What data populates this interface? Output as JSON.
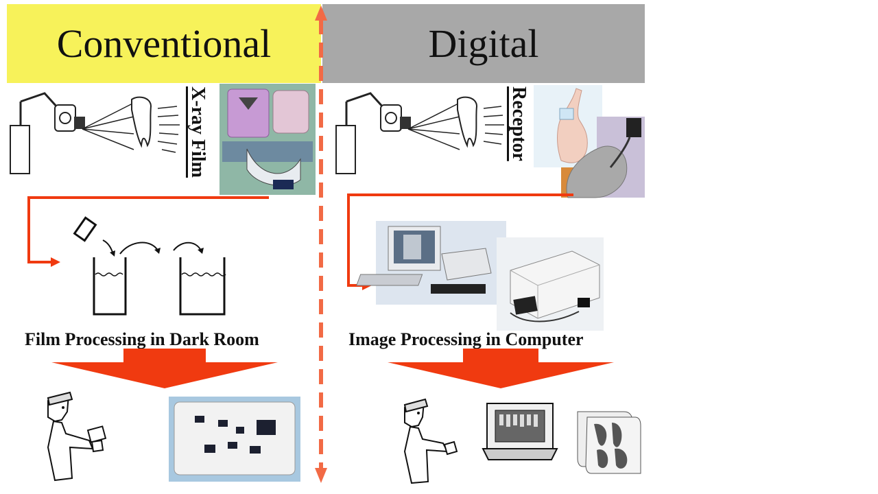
{
  "headers": {
    "conventional": "Conventional",
    "digital": "Digital"
  },
  "labels": {
    "xray_film": "X-ray Film",
    "receptor": "Receptor"
  },
  "captions": {
    "film_processing": "Film Processing in Dark Room",
    "image_processing": "Image Processing in Computer"
  },
  "colors": {
    "conventional_header": "#f7f25a",
    "digital_header": "#a8a8a8",
    "arrow_red": "#f03a10",
    "divider": "#f26a45"
  }
}
